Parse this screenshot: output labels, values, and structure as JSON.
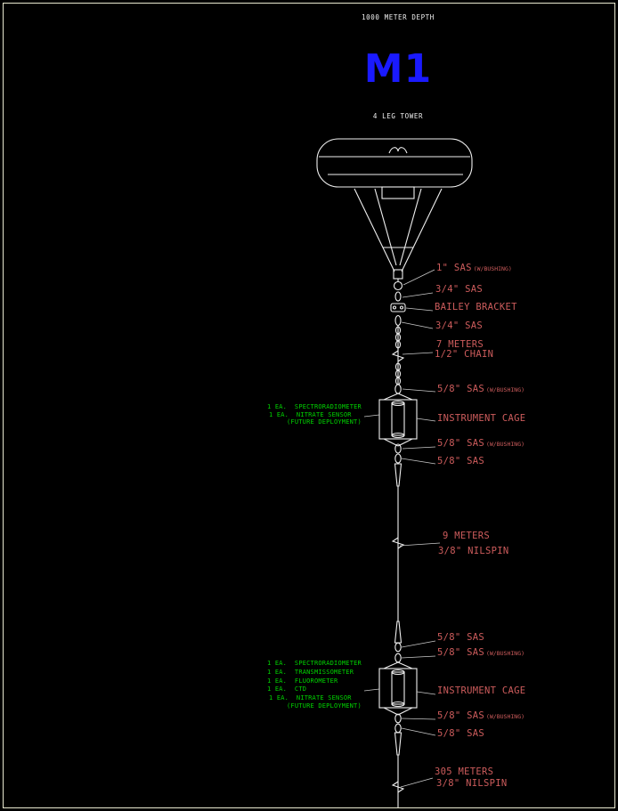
{
  "colors": {
    "background": "#000000",
    "border": "#e8e8d0",
    "line": "#f0f0f0",
    "leader": "#c8c8c8",
    "label_red": "#cd5c5c",
    "label_green": "#00d400",
    "title_blue": "#1a1aff"
  },
  "header": {
    "depth_label": "1000 METER DEPTH",
    "title": "M1",
    "tower_label": "4 LEG TOWER"
  },
  "right_labels": {
    "sas1": {
      "text": "1\" SAS",
      "sub": "(W/BUSHING)"
    },
    "sas34a": {
      "text": "3/4\" SAS"
    },
    "bailey": {
      "text": "BAILEY BRACKET"
    },
    "sas34b": {
      "text": "3/4\" SAS"
    },
    "chain_len": {
      "text": "7 METERS"
    },
    "chain_size": {
      "text": "1/2\" CHAIN"
    },
    "sas58wb1": {
      "text": "5/8\" SAS",
      "sub": "(W/BUSHING)"
    },
    "cage1": {
      "text": "INSTRUMENT CAGE"
    },
    "sas58wb2": {
      "text": "5/8\" SAS",
      "sub": "(W/BUSHING)"
    },
    "sas58a": {
      "text": "5/8\" SAS"
    },
    "nilspin1_len": {
      "text": "9 METERS"
    },
    "nilspin1_size": {
      "text": "3/8\" NILSPIN"
    },
    "sas58b": {
      "text": "5/8\" SAS"
    },
    "sas58wb3": {
      "text": "5/8\" SAS",
      "sub": "(W/BUSHING)"
    },
    "cage2": {
      "text": "INSTRUMENT CAGE"
    },
    "sas58wb4": {
      "text": "5/8\" SAS",
      "sub": "(W/BUSHING)"
    },
    "sas58c": {
      "text": "5/8\" SAS"
    },
    "nilspin2_len": {
      "text": "305 METERS"
    },
    "nilspin2_size": {
      "text": "3/8\" NILSPIN"
    }
  },
  "left_labels": {
    "group1": [
      "1 EA.  SPECTRORADIOMETER",
      "1 EA.  NITRATE SENSOR",
      "(FUTURE DEPLOYMENT)"
    ],
    "group2": [
      "1 EA.  SPECTRORADIOMETER",
      "1 EA.  TRANSMISSOMETER",
      "1 EA.  FLUOROMETER",
      "1 EA.  CTD",
      "1 EA.  NITRATE SENSOR",
      "(FUTURE DEPLOYMENT)"
    ]
  }
}
